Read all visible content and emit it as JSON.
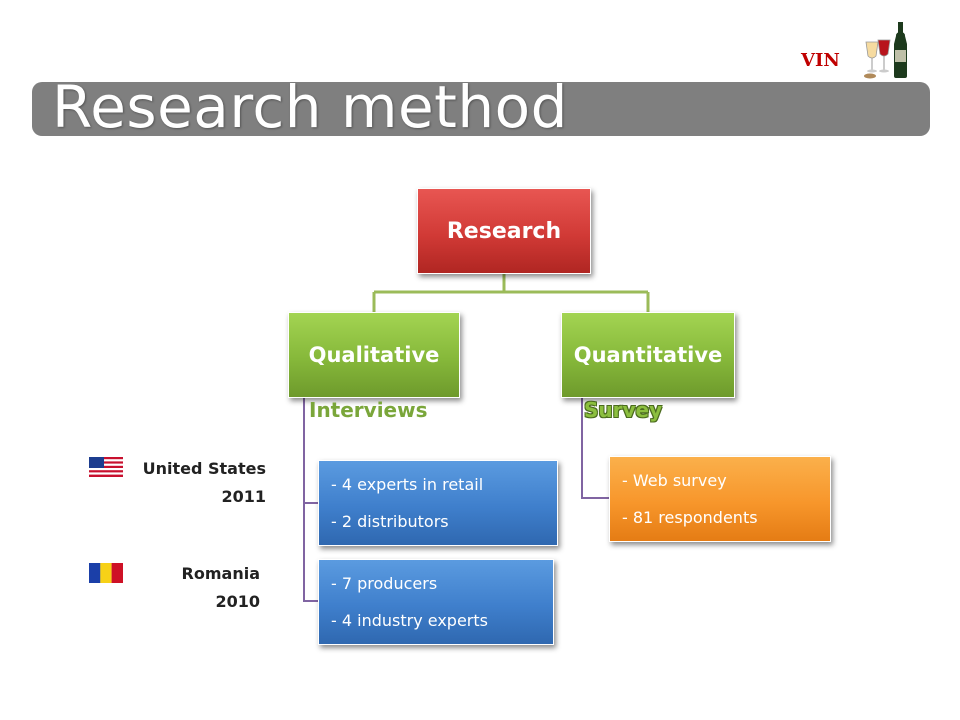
{
  "header": {
    "title": "Research method",
    "logo_text": "VIN"
  },
  "diagram": {
    "root": "Research",
    "branches": [
      {
        "label": "Qualitative",
        "method": "Interviews",
        "details": [
          {
            "lines": [
              "- 4 experts in retail",
              "- 2 distributors"
            ]
          },
          {
            "lines": [
              "- 7 producers",
              "- 4 industry experts"
            ]
          }
        ]
      },
      {
        "label": "Quantitative",
        "method": "Survey",
        "details": [
          {
            "lines": [
              "- Web survey",
              "- 81 respondents"
            ]
          }
        ]
      }
    ]
  },
  "countries": [
    {
      "name": "United States",
      "year": "2011",
      "flag": "us-flag-icon"
    },
    {
      "name": "Romania",
      "year": "2010",
      "flag": "romania-flag-icon"
    }
  ],
  "colors": {
    "title_bar": "#7f7f7f",
    "root_node": "#d13a36",
    "branch_node": "#86b83a",
    "qualitative_detail": "#3f7fcc",
    "quantitative_detail": "#f7962b",
    "connector_green": "#9bbb59",
    "connector_purple": "#8064a2",
    "logo_red": "#c00000"
  }
}
